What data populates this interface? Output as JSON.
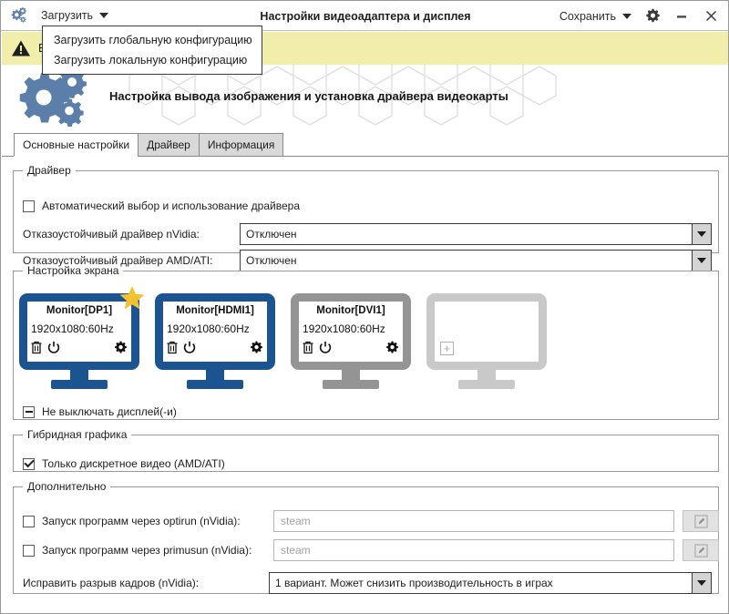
{
  "titlebar": {
    "app_icon": "gears-icon",
    "load_menu_label": "Загрузить",
    "title": "Настройки видеоадаптера и дисплея",
    "save_menu_label": "Сохранить",
    "settings_icon": "gear-icon",
    "minimize_icon": "minimize-icon",
    "close_icon": "close-icon"
  },
  "dropdown": {
    "open": true,
    "items": [
      {
        "label": "Загрузить глобальную конфигурацию"
      },
      {
        "label": "Загрузить локальную конфигурацию"
      }
    ]
  },
  "warning": {
    "icon": "warning-triangle-icon",
    "text": "В",
    "background": "#f1eeab"
  },
  "banner": {
    "icon": "gears-icon",
    "text": "Настройка вывода изображения и установка драйвера видеокарты"
  },
  "tabs": [
    {
      "label": "Основные настройки",
      "active": true
    },
    {
      "label": "Драйвер",
      "active": false
    },
    {
      "label": "Информация",
      "active": false
    }
  ],
  "driver_group": {
    "legend": "Драйвер",
    "auto_checkbox": {
      "label": "Автоматический выбор и использование драйвера",
      "state": "unchecked"
    },
    "nvidia_label": "Отказоустойчивый драйвер nVidia:",
    "nvidia_value": "Отключен",
    "amd_label": "Отказоустойчивый драйвер AMD/ATI:",
    "amd_value": "Отключен"
  },
  "screen_group": {
    "legend": "Настройка экрана",
    "monitors": [
      {
        "name": "Monitor[DP1]",
        "mode": "1920x1080:60Hz",
        "state": "active",
        "primary": true,
        "icons": [
          "trash-icon",
          "power-icon",
          "gear-icon"
        ]
      },
      {
        "name": "Monitor[HDMI1]",
        "mode": "1920x1080:60Hz",
        "state": "active",
        "primary": false,
        "icons": [
          "trash-icon",
          "power-icon",
          "gear-icon"
        ]
      },
      {
        "name": "Monitor[DVI1]",
        "mode": "1920x1080:60Hz",
        "state": "disabled",
        "primary": false,
        "icons": [
          "trash-icon",
          "power-icon",
          "gear-icon"
        ]
      },
      {
        "name": "",
        "mode": "",
        "state": "empty",
        "primary": false,
        "icons": [
          "plus-icon"
        ]
      }
    ],
    "keep_on_checkbox": {
      "label": "Не выключать дисплей(-и)",
      "state": "indeterminate"
    }
  },
  "hybrid_group": {
    "legend": "Гибридная графика",
    "discrete_checkbox": {
      "label": "Только дискретное видео (AMD/ATI)",
      "state": "checked"
    }
  },
  "additional_group": {
    "legend": "Дополнительно",
    "optirun": {
      "label": "Запуск программ через optirun (nVidia):",
      "state": "unchecked",
      "placeholder": "steam",
      "edit_icon": "pencil-icon"
    },
    "primusun": {
      "label": "Запуск программ через primusun (nVidia):",
      "state": "unchecked",
      "placeholder": "steam",
      "edit_icon": "pencil-icon"
    },
    "tearing_label": "Исправить разрыв кадров (nVidia):",
    "tearing_value": "1 вариант. Может снизить производительность в играх"
  },
  "colors": {
    "monitor_active": "#1b5490",
    "monitor_disabled": "#949494",
    "monitor_empty": "#c9c9c9",
    "star": "#f2c230",
    "warning_bg": "#f1eeab",
    "app_icon": "#5b7fa8"
  }
}
